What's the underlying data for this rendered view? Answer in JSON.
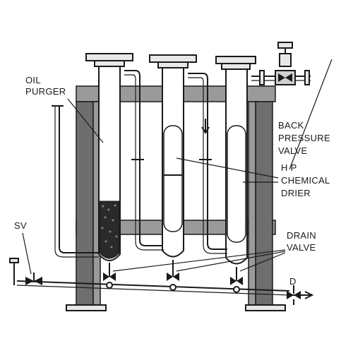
{
  "labels": {
    "oil_purger_line1": "OIL",
    "oil_purger_line2": "PURGER",
    "back_pressure_line1": "BACK",
    "back_pressure_line2": "PRESSURE",
    "back_pressure_line3": "VALVE",
    "hp_line1": "H P",
    "hp_line2": "CHEMICAL",
    "hp_line3": "DRIER",
    "drain_line1": "DRAIN",
    "drain_line2": "VALVE",
    "sv": "SV",
    "d": "D"
  },
  "colors": {
    "ink": "#1a1a1a",
    "frame": "#9a9a9a",
    "frame_dark": "#6e6e6e",
    "packing": "#2a2a2a"
  }
}
